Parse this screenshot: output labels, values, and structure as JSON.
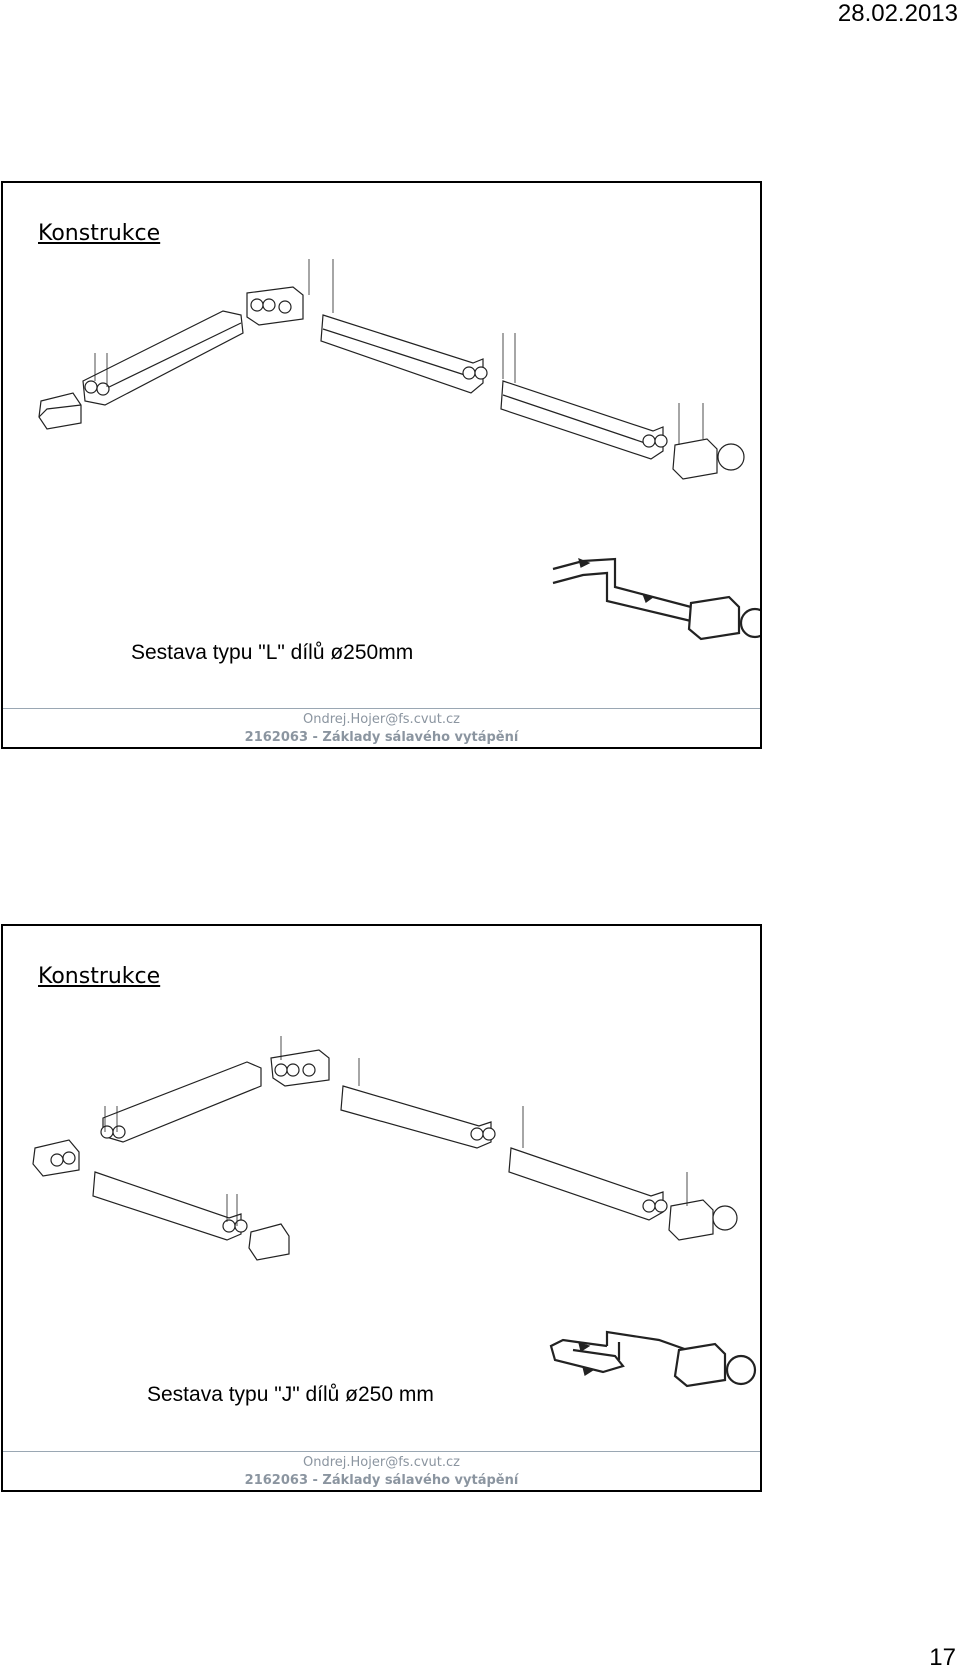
{
  "header": {
    "date": "28.02.2013"
  },
  "slides": [
    {
      "title": "Konstrukce",
      "caption": "Sestava typu \"L\" dílů ø250mm",
      "footer": {
        "email": "Ondrej.Hojer@fs.cvut.cz",
        "course": "2162063 - Základy sálavého vytápění"
      }
    },
    {
      "title": "Konstrukce",
      "caption": "Sestava typu \"J\" dílů ø250 mm",
      "footer": {
        "email": "Ondrej.Hojer@fs.cvut.cz",
        "course": "2162063 - Základy sálavého vytápění"
      }
    }
  ],
  "page": {
    "number": "17"
  }
}
